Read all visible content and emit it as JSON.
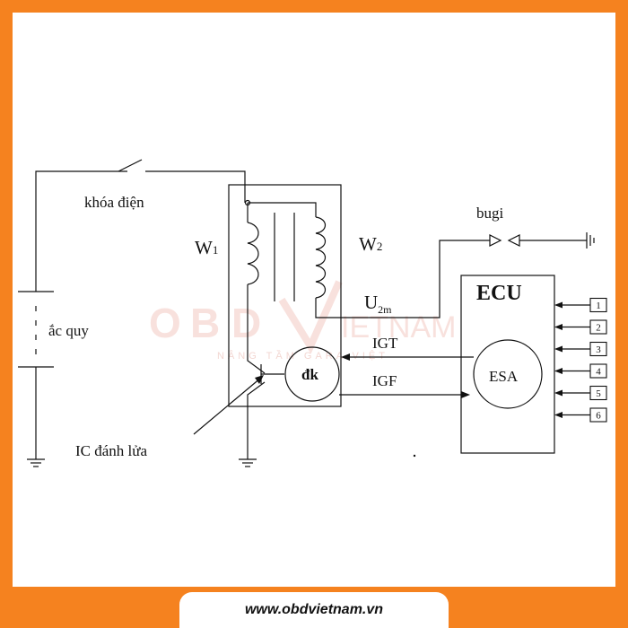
{
  "colors": {
    "frame": "#f5821f",
    "background": "#ffffff",
    "line": "#111111",
    "watermark": "#f3c9c2"
  },
  "watermark": {
    "brand_o": "O",
    "brand_b": "B",
    "brand_d": "D",
    "brand_rest": "IETNAM",
    "tagline": "NÂNG TẦM GARA VIỆT"
  },
  "labels": {
    "switch": "khóa điện",
    "battery": "ắc quy",
    "primary_winding": "W",
    "primary_sub": "1",
    "secondary_winding": "W",
    "secondary_sub": "2",
    "voltage": "U",
    "voltage_sub": "2m",
    "spark_plug": "bugi",
    "controller": "đk",
    "igt": "IGT",
    "igf": "IGF",
    "ic": "IC đánh lửa",
    "ecu": "ECU",
    "esa": "ESA"
  },
  "inputs": [
    "1",
    "2",
    "3",
    "4",
    "5",
    "6"
  ],
  "footer": {
    "website": "www.obdvietnam.vn"
  }
}
